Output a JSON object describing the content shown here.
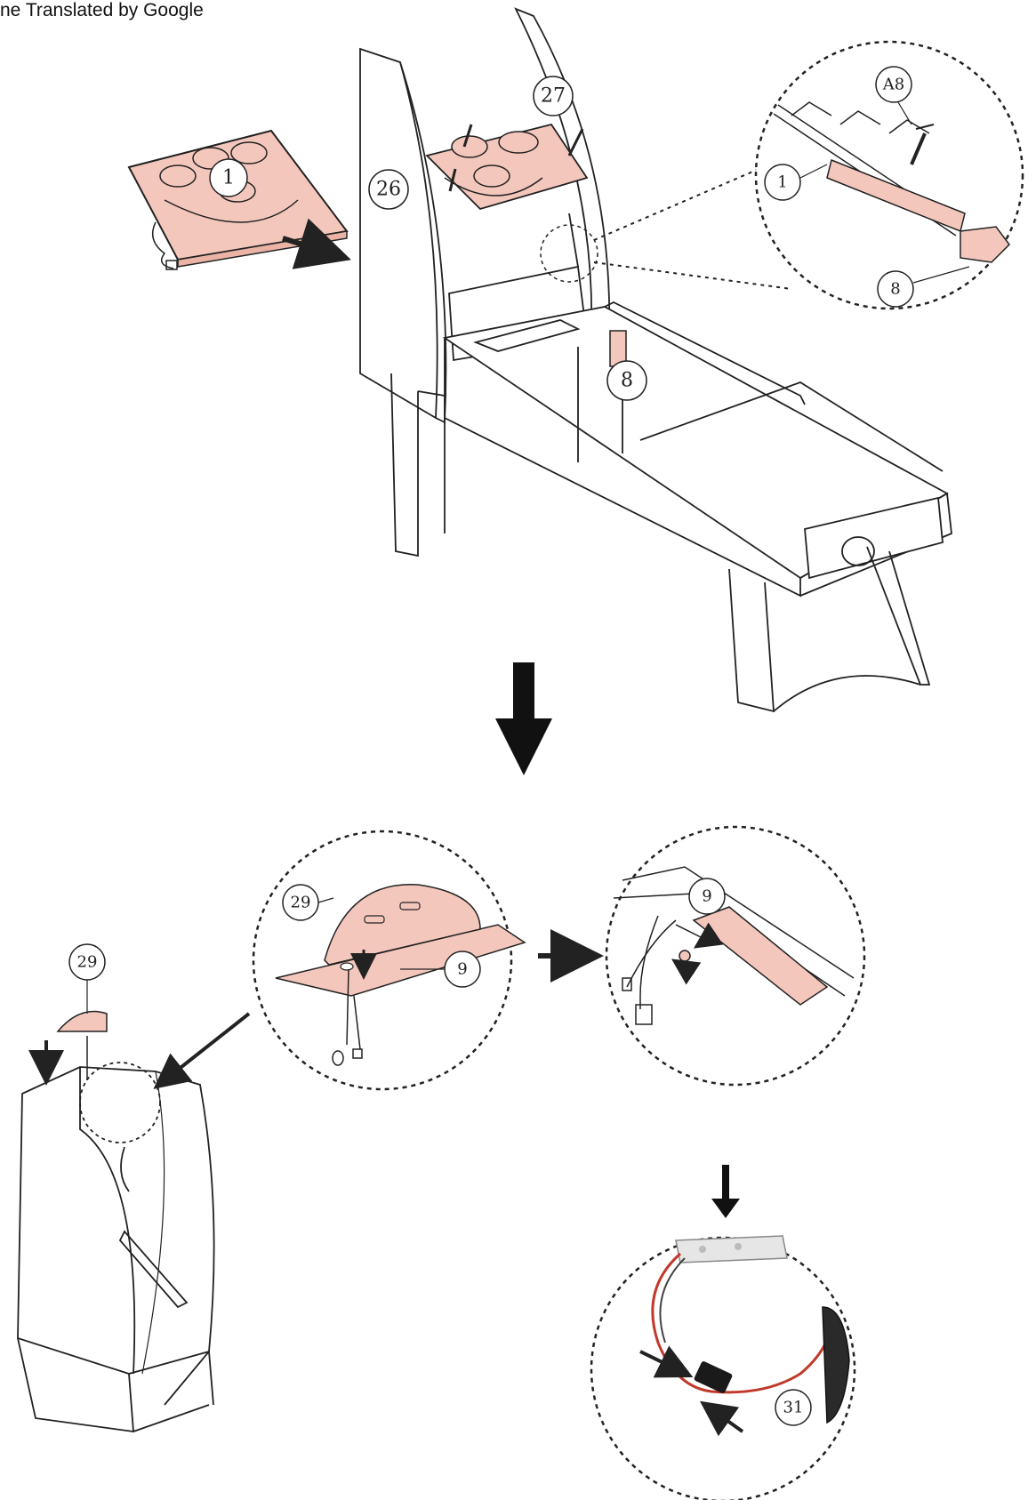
{
  "banner": "ne Translated by Google",
  "colors": {
    "part": "#f4c7bd",
    "line": "#222222",
    "background": "#ffffff"
  },
  "callouts": {
    "part_1": "1",
    "part_26": "26",
    "part_27": "27",
    "part_8": "8",
    "zoom_a8": "A8",
    "zoom_1": "1",
    "zoom_8": "8",
    "part_29_left": "29",
    "zoom_29": "29",
    "zoom_9_a": "9",
    "zoom_9_b": "9",
    "zoom_31": "31"
  }
}
